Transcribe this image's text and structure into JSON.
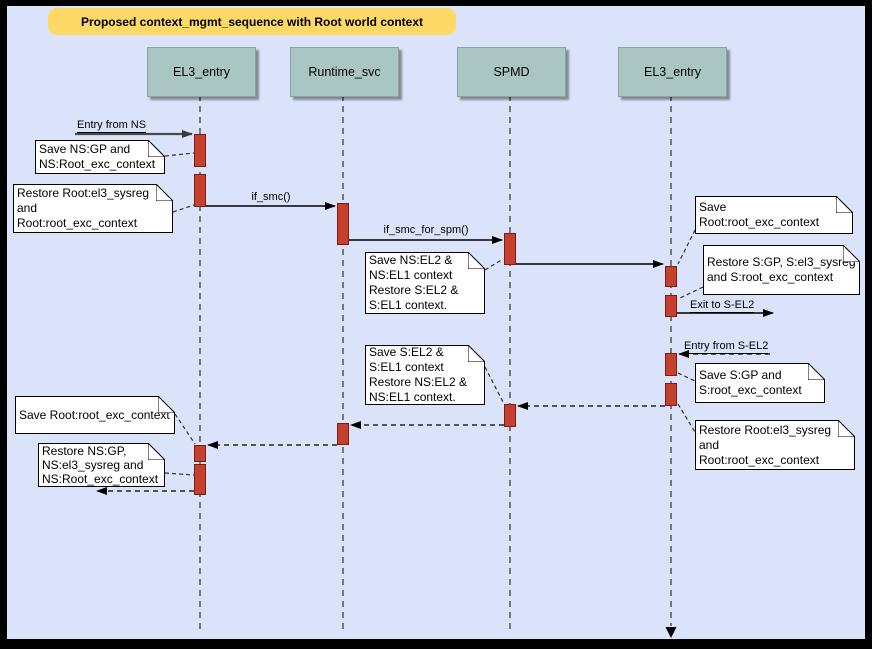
{
  "title": "Proposed context_mgmt_sequence with Root world context",
  "lifelines": [
    {
      "label": "EL3_entry"
    },
    {
      "label": "Runtime_svc"
    },
    {
      "label": "SPMD"
    },
    {
      "label": "EL3_entry"
    }
  ],
  "messages": {
    "entry_from_ns": "Entry from NS",
    "if_smc": "if_smc()",
    "if_smc_for_spm": "if_smc_for_spm()",
    "exit_to_s_el2": "Exit to S-EL2",
    "entry_from_s_el2": "Entry from S-EL2"
  },
  "notes": {
    "save_ns_gp": "Save NS:GP and\nNS:Root_exc_context",
    "restore_root_el3": "Restore Root:el3_sysreg\nand\nRoot:root_exc_context",
    "save_ns_el2": "Save NS:EL2 &\nNS:EL1 context\nRestore S:EL2 &\nS:EL1 context.",
    "save_root_exc_right": "Save Root:root_exc_context",
    "restore_s_gp": "Restore S:GP, S:el3_sysreg\nand S:root_exc_context",
    "save_s_gp": "Save S:GP and\nS:root_exc_context",
    "restore_root_el3_right": "Restore Root:el3_sysreg\nand\nRoot:root_exc_context",
    "save_s_el2": "Save S:EL2 &\nS:EL1 context\nRestore NS:EL2 &\nNS:EL1 context.",
    "save_root_exc_left": "Save Root:root_exc_context",
    "restore_ns_gp": "Restore NS:GP,\nNS:el3_sysreg and\nNS:Root_exc_context"
  },
  "colors": {
    "canvas_bg": "#dbe3fa",
    "frame": "#000000",
    "title_bg": "#FFD966",
    "lifeline_header_fill": "#a9c6c2",
    "activation_fill": "#c5402e",
    "activation_border": "#7e1e10",
    "note_fill": "#ffffff"
  }
}
